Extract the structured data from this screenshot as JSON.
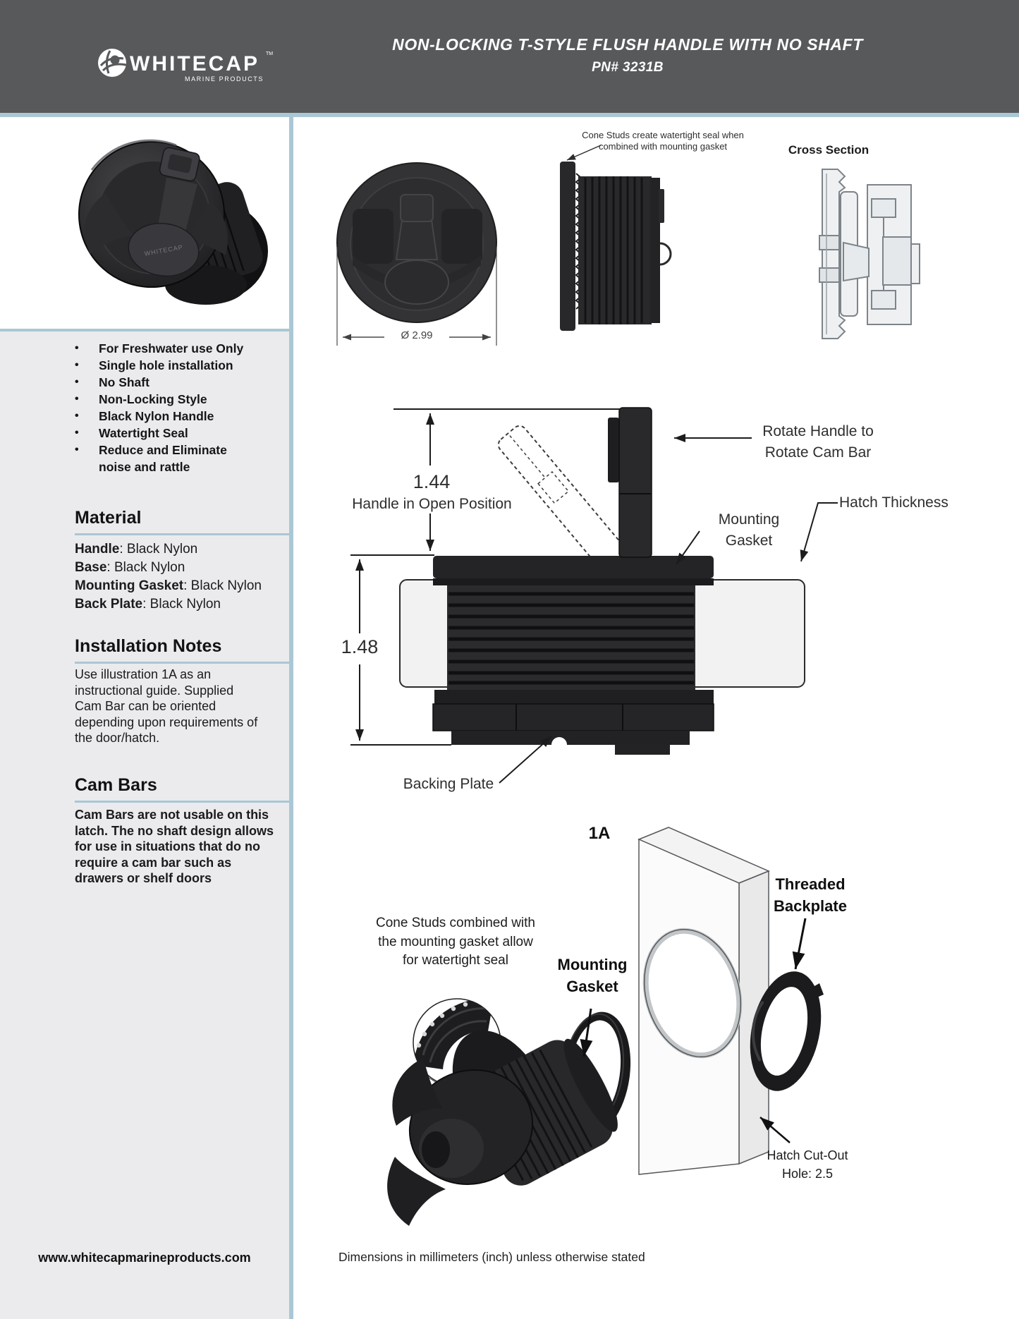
{
  "header": {
    "logo": {
      "brand": "WHITECAP",
      "tm": "TM",
      "tagline": "MARINE PRODUCTS"
    },
    "title_line1": "NON-LOCKING T-STYLE FLUSH HANDLE WITH NO SHAFT",
    "title_line2": "PN# 3231B"
  },
  "sidebar": {
    "features": [
      "For Freshwater use Only",
      "Single hole installation",
      "No Shaft",
      "Non-Locking Style",
      "Black Nylon Handle",
      "Watertight Seal",
      "Reduce and Eliminate noise and rattle"
    ],
    "bullet": "•",
    "material": {
      "heading": "Material",
      "rows": [
        {
          "label": "Handle",
          "value": ": Black Nylon"
        },
        {
          "label": "Base",
          "value": ": Black Nylon"
        },
        {
          "label": "Mounting Gasket",
          "value": ": Black Nylon"
        },
        {
          "label": "Back Plate",
          "value": ": Black Nylon"
        }
      ]
    },
    "installation": {
      "heading": "Installation Notes",
      "body": "Use illustration 1A as an instructional guide.  Supplied Cam Bar can be oriented depending upon requirements of the door/hatch."
    },
    "cam_bars": {
      "heading": "Cam Bars",
      "body": "Cam Bars are not usable on this latch.  The no shaft design allows for use in situations that do no require a cam bar such as drawers or shelf doors"
    },
    "website": "www.whitecapmarineproducts.com"
  },
  "drawings": {
    "front_view": {
      "dimension": "Ø 2.99"
    },
    "side_view": {
      "annotation_line1": "Cone Studs create watertight seal when",
      "annotation_line2": "combined with mounting gasket"
    },
    "cross_section": {
      "label": "Cross Section"
    },
    "installed_view": {
      "dim_open": "1.44",
      "open_label": "Handle in Open Position",
      "dim_total": "1.48",
      "rotate_line1": "Rotate Handle to",
      "rotate_line2": "Rotate Cam Bar",
      "gasket_line1": "Mounting",
      "gasket_line2": "Gasket",
      "hatch_label": "Hatch Thickness",
      "backing_label": "Backing Plate"
    },
    "exploded_view": {
      "figure_label": "1A",
      "cone_line1": "Cone Studs combined with",
      "cone_line2": "the mounting gasket allow",
      "cone_line3": "for watertight seal",
      "gasket_line1": "Mounting",
      "gasket_line2": "Gasket",
      "plate_line1": "Threaded",
      "plate_line2": "Backplate",
      "cutout_line1": "Hatch Cut-Out",
      "cutout_line2": "Hole: 2.5"
    }
  },
  "footer": {
    "note": "Dimensions in millimeters (inch) unless otherwise stated"
  },
  "colors": {
    "header_bg": "#58595b",
    "accent_divider": "#aac7d5",
    "sidebar_bg": "#ebebed",
    "ink": "#1d1d1f",
    "drawing_dark": "#2a2a2c",
    "plate_light": "#f2f2f2"
  }
}
